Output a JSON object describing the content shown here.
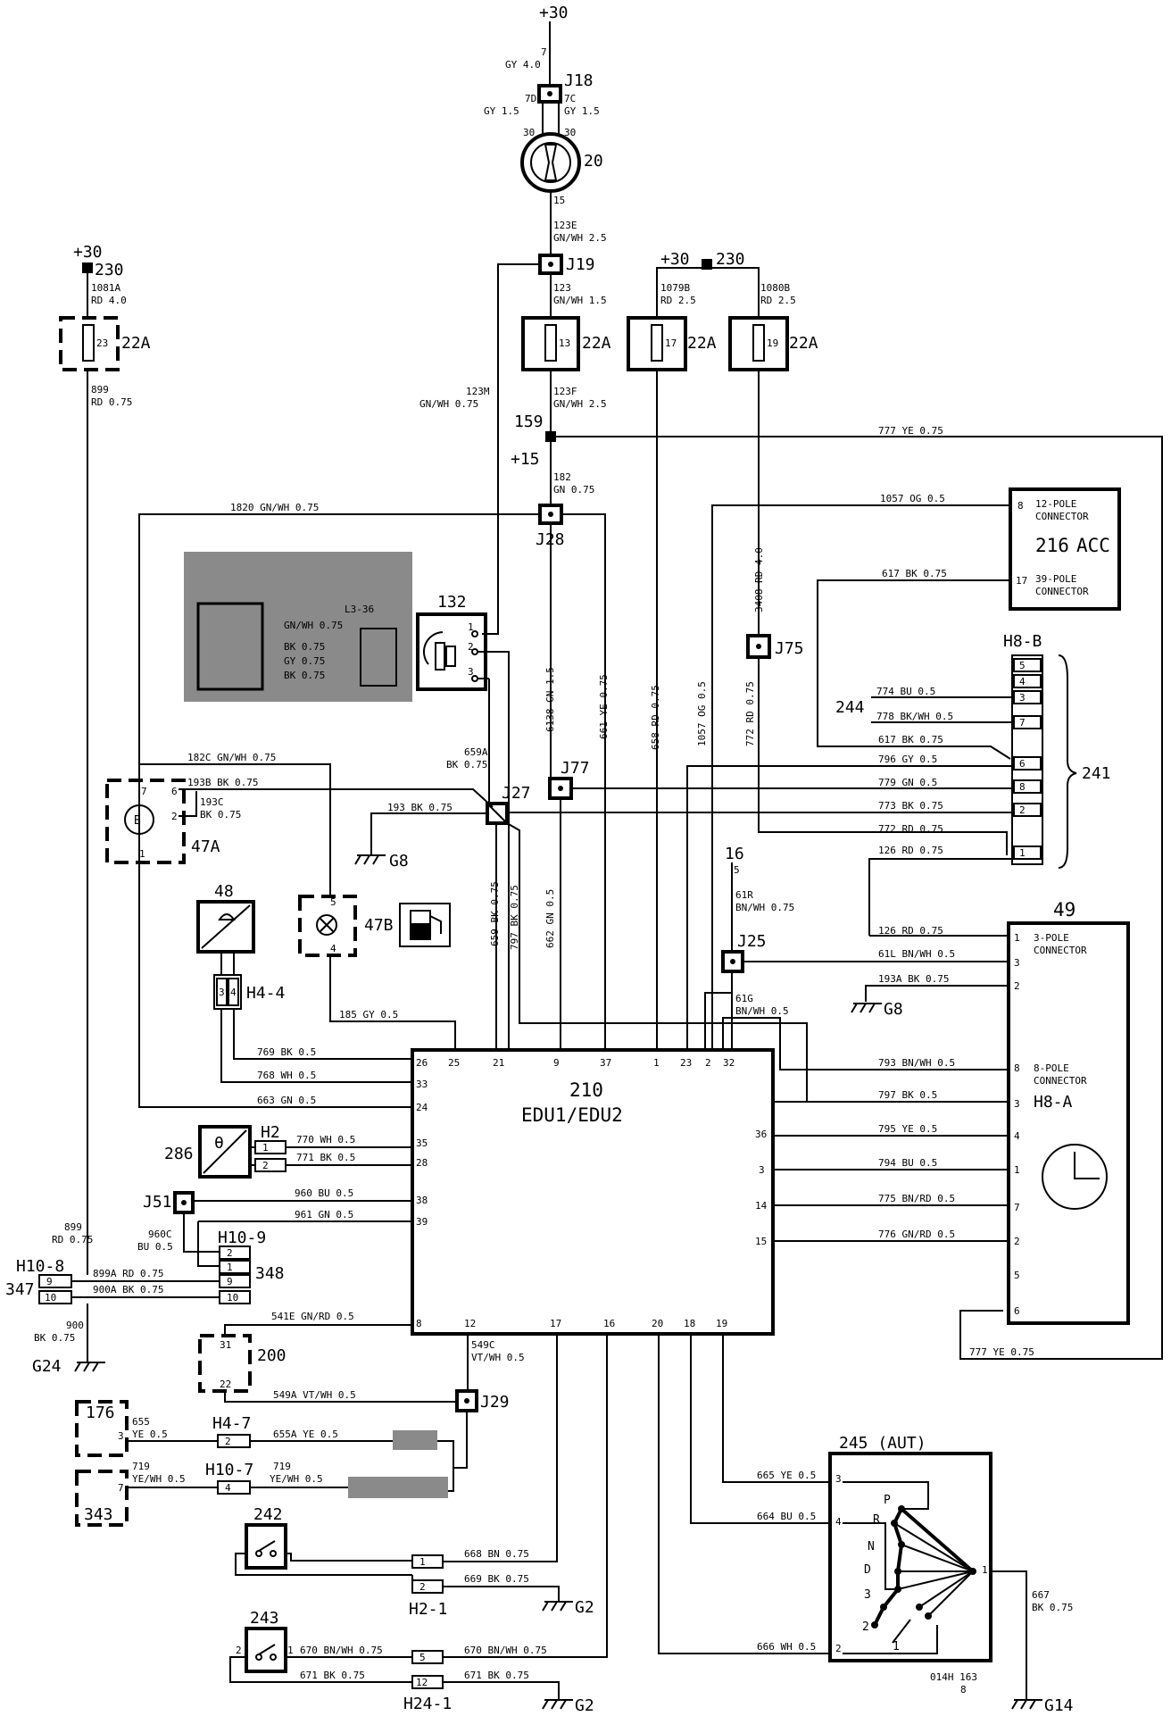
{
  "supplies": {
    "p30_top": "+30",
    "p30_left": "+30",
    "p30_mid": "+30",
    "p15": "+15",
    "t16": "16",
    "t5": "5"
  },
  "components": {
    "fuse_230_left": "230",
    "fuse_230_mid": "230",
    "fuse_22a_1": "22A",
    "fuse_22a_2": "22A",
    "fuse_22a_3": "22A",
    "fuse_22a_4": "22A",
    "fuse_23": "23",
    "fuse_13": "13",
    "fuse_17": "17",
    "fuse_19": "19",
    "ign_switch": "20",
    "node_159": "159",
    "acc_num": "216",
    "acc_name": "ACC",
    "acc_pole12": "12-POLE",
    "acc_conn1": "CONNECTOR",
    "acc_pole39": "39-POLE",
    "acc_conn2": "CONNECTOR",
    "c132": "132",
    "c47a": "47A",
    "c47a_b": "B",
    "c47b": "47B",
    "c48": "48",
    "c49": "49",
    "c49_3pole": "3-POLE",
    "c49_conn": "CONNECTOR",
    "c49_8pole": "8-POLE",
    "c49_conn2": "CONNECTOR",
    "c49_h8a": "H8-A",
    "ecu_num": "210",
    "ecu_name": "EDU1/EDU2",
    "c286": "286",
    "c241": "241",
    "c244": "244",
    "c347": "347",
    "c348": "348",
    "c200": "200",
    "c200_31": "31",
    "c200_22": "22",
    "c176": "176",
    "c343": "343",
    "c242": "242",
    "c243": "243",
    "c245": "245 (AUT)",
    "sel_p": "P",
    "sel_r": "R",
    "sel_n": "N",
    "sel_d": "D",
    "sel_3": "3",
    "sel_2": "2",
    "sel_1": "1",
    "footer1": "014H 163",
    "footer2": "8"
  },
  "junctions": {
    "j18": "J18",
    "j19": "J19",
    "j28": "J28",
    "j75": "J75",
    "j77": "J77",
    "j27": "J27",
    "j25": "J25",
    "j51": "J51",
    "j29": "J29"
  },
  "connectors": {
    "h8b": "H8-B",
    "h4_4": "H4-4",
    "h2": "H2",
    "h10_9": "H10-9",
    "h10_8": "H10-8",
    "h4_7": "H4-7",
    "h10_7": "H10-7",
    "h2_1": "H2-1",
    "h24_1": "H24-1"
  },
  "grounds": {
    "g8a": "G8",
    "g8b": "G8",
    "g24": "G24",
    "g2a": "G2",
    "g2b": "G2",
    "g14": "G14"
  },
  "wires": {
    "w7": "7",
    "gy40": "GY 4.0",
    "w7d": "7D",
    "w7c": "7C",
    "gy15a": "GY 1.5",
    "gy15b": "GY 1.5",
    "p30a": "30",
    "p30b": "30",
    "p15n": "15",
    "w123e": "123E",
    "gnwh25a": "GN/WH 2.5",
    "w123": "123",
    "gnwh15": "GN/WH 1.5",
    "w1081a": "1081A",
    "rd40a": "RD 4.0",
    "w1079b": "1079B",
    "rd25a": "RD 2.5",
    "w1080b": "1080B",
    "rd25b": "RD 2.5",
    "w899": "899",
    "rd075a": "RD 0.75",
    "w123m": "123M",
    "gnwh075a": "GN/WH 0.75",
    "w123f": "123F",
    "gnwh25b": "GN/WH 2.5",
    "w777a": "777  YE  0.75",
    "w182": "182",
    "gn075": "GN 0.75",
    "w1820": "1820  GN/WH  0.75",
    "w1057": "1057  OG  0.5",
    "w617a": "617  BK  0.75",
    "w3408": "3408  RD  4.0",
    "w774": "774  BU  0.5",
    "w778": "778  BK/WH  0.5",
    "w617b": "617  BK  0.75",
    "w796": "796  GY  0.5",
    "w779": "779  GN  0.5",
    "w773": "773  BK  0.75",
    "w772": "772  RD  0.75",
    "w126a": "126  RD  0.75",
    "w6138": "6138  GN  1.5",
    "w661": "661  YE  0.75",
    "w658": "658  RD  0.75",
    "w1057v": "1057  OG  0.5",
    "w772v": "772  RD  0.75",
    "w182c": "182C  GN/WH  0.75",
    "w193b": "193B  BK  0.75",
    "w193c": "193C",
    "bk075a": "BK  0.75",
    "w659a": "659A",
    "bk075b": "BK  0.75",
    "w193": "193  BK  0.75",
    "w659": "659  BK  0.75",
    "w797v": "797  BK  0.75",
    "w662": "662  GN  0.5",
    "w61r": "61R",
    "bnwh075": "BN/WH  0.75",
    "w126b": "126  RD  0.75",
    "w61l": "61L  BN/WH  0.5",
    "w193a": "193A  BK  0.75",
    "w61g": "61G",
    "bnwh05": "BN/WH  0.5",
    "w185": "185  GY  0.5",
    "w769": "769  BK  0.5",
    "w768": "768  WH  0.5",
    "w663": "663  GN  0.5",
    "w793": "793  BN/WH  0.5",
    "w797": "797  BK  0.5",
    "w770": "770  WH  0.5",
    "w771": "771  BK  0.5",
    "w795": "795  YE  0.5",
    "w794": "794  BU  0.5",
    "w960": "960  BU  0.5",
    "w961": "961  GN  0.5",
    "w960c": "960C",
    "bu05": "BU  0.5",
    "w775": "775  BN/RD  0.5",
    "w776": "776  GN/RD  0.5",
    "w899b": "899",
    "rd075b": "RD  0.75",
    "w899a": "899A  RD  0.75",
    "w900a": "900A  BK  0.75",
    "w900": "900",
    "bk075c": "BK  0.75",
    "w541e": "541E  GN/RD  0.5",
    "w549c": "549C",
    "vtwh05": "VT/WH  0.5",
    "w549a": "549A  VT/WH  0.5",
    "w777b": "777  YE  0.75",
    "w655": "655",
    "ye05a": "YE  0.5",
    "w655a": "655A  YE  0.5",
    "w719": "719",
    "yewh05a": "YE/WH  0.5",
    "w719b": "719",
    "yewh05b": "YE/WH  0.5",
    "w665": "665  YE  0.5",
    "w664": "664  BU  0.5",
    "w668": "668  BN  0.75",
    "w669": "669  BK  0.75",
    "w667": "667",
    "bk075d": "BK  0.75",
    "w670a": "670  BN/WH  0.75",
    "w670b": "670  BN/WH  0.75",
    "w671a": "671  BK  0.75",
    "w671b": "671  BK  0.75",
    "w666": "666  WH  0.5"
  },
  "pins": {
    "e26": "26",
    "e25": "25",
    "e21": "21",
    "e9": "9",
    "e37": "37",
    "e1": "1",
    "e23": "23",
    "e2": "2",
    "e32": "32",
    "e33": "33",
    "e24": "24",
    "e35": "35",
    "e28": "28",
    "e38": "38",
    "e39": "39",
    "e8": "8",
    "e12": "12",
    "e17": "17",
    "e16": "16",
    "e20": "20",
    "e18": "18",
    "e19": "19",
    "e36": "36",
    "e3": "3",
    "e14": "14",
    "e15": "15",
    "acc8": "8",
    "acc17": "17",
    "p49_1": "1",
    "p49_3": "3",
    "p49_2": "2",
    "p49_8": "8",
    "p49_3b": "3",
    "p49_4": "4",
    "p49_1b": "1",
    "p49_7": "7",
    "p49_2b": "2",
    "p49_5": "5",
    "p49_6": "6",
    "p47a_7": "7",
    "p47a_6": "6",
    "p47a_2": "2",
    "p47a_1": "1",
    "p47b_5": "5",
    "p47b_4": "4",
    "p132_1": "1",
    "p132_2": "2",
    "p132_3": "3",
    "p176_3": "3",
    "p343_7": "7",
    "p245_3": "3",
    "p245_4": "4",
    "p245_1": "1",
    "p245_2": "2",
    "p243_2": "2",
    "p243_1": "1",
    "h8b_5": "5",
    "h8b_4": "4",
    "h8b_3": "3",
    "h8b_7": "7",
    "h8b_6": "6",
    "h8b_8": "8",
    "h8b_2": "2",
    "h8b_1": "1",
    "h44_3": "3",
    "h44_4": "4",
    "h2_1": "1",
    "h2_2": "2",
    "h109_2": "2",
    "h109_1": "1",
    "h109_9": "9",
    "h109_10": "10",
    "h108_9": "9",
    "h108_10": "10",
    "h47_2": "2",
    "h107_4": "4",
    "h21_1": "1",
    "h21_2": "2",
    "h241_5": "5",
    "h241_12": "12"
  },
  "masked_labels": {
    "m_gnwh": "GN/WH  0.75",
    "m_bk": "BK  0.75",
    "m_gy": "GY  0.75",
    "m_bk2": "BK  0.75",
    "m_l3": "L3-36"
  }
}
